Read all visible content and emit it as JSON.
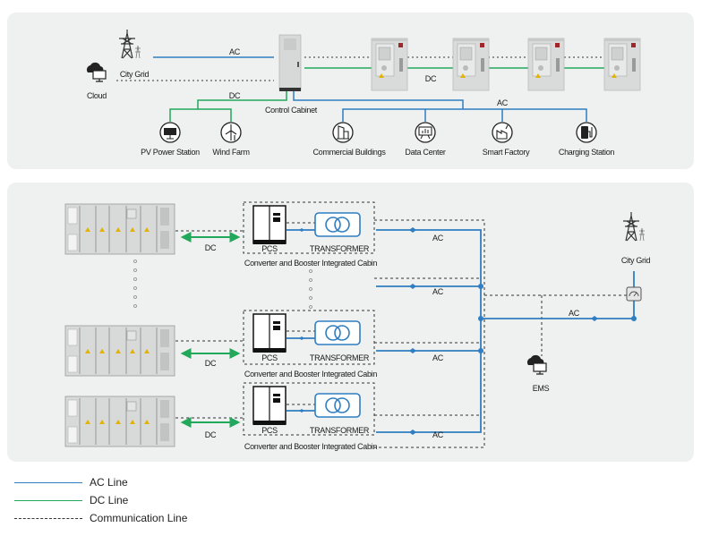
{
  "colors": {
    "ac": "#2f7ec1",
    "dc": "#22a85a",
    "comm": "#333333",
    "panel": "#eff0f0"
  },
  "top": {
    "city_grid_label": "City Grid",
    "cloud_label": "Cloud",
    "ac_label": "AC",
    "dc_label_left": "DC",
    "control_cabinet_label": "Control Cabinet",
    "dc_label_chargers": "DC",
    "ac_label_loads": "AC",
    "sources": [
      {
        "label": "PV Power Station",
        "icon": "solar-panel-icon"
      },
      {
        "label": "Wind Farm",
        "icon": "wind-turbine-icon"
      }
    ],
    "loads": [
      {
        "label": "Commercial Buildings",
        "icon": "building-icon"
      },
      {
        "label": "Data Center",
        "icon": "presentation-board-icon"
      },
      {
        "label": "Smart Factory",
        "icon": "factory-icon"
      },
      {
        "label": "Charging Station",
        "icon": "ev-charger-icon"
      }
    ],
    "charger_count": 4
  },
  "bottom": {
    "units": [
      {
        "dc_label": "DC",
        "pcs_label": "PCS",
        "transformer_label": "TRANSFORMER",
        "cabin_label": "Converter and Booster Integrated Cabin",
        "ac_label": "AC"
      },
      {
        "dc_label": "DC",
        "pcs_label": "PCS",
        "transformer_label": "TRANSFORMER",
        "cabin_label": "Converter and Booster Integrated Cabin",
        "ac_label": "AC"
      },
      {
        "dc_label": "DC",
        "pcs_label": "PCS",
        "transformer_label": "TRANSFORMER",
        "cabin_label": "Converter and Booster Integrated Cabin",
        "ac_label": "AC"
      }
    ],
    "extra_ac_label": "AC",
    "grid_ac_label": "AC",
    "city_grid_label": "City Grid",
    "ems_label": "EMS"
  },
  "legend": [
    {
      "label": "AC Line",
      "style": "ac"
    },
    {
      "label": "DC Line",
      "style": "dc"
    },
    {
      "label": "Communication Line",
      "style": "comm"
    }
  ]
}
